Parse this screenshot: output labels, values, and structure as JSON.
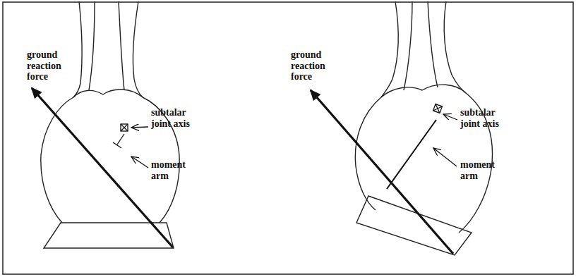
{
  "diagram": {
    "labels": [
      "ground reaction force",
      "subtalar joint axis",
      "moment arm",
      "ground reaction force",
      "subtalar joint axis",
      "moment arm"
    ]
  }
}
